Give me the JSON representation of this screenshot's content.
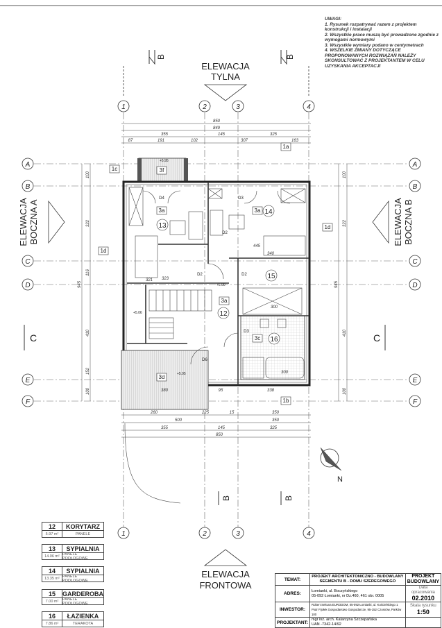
{
  "notes": {
    "title": "UWAGI:",
    "lines": [
      "1. Rysunek rozpatrywać razem z projektem konstrukcji i instalacji",
      "2. Wszystkie prace muszą być prowadzone zgodnie z wymogami normowymi",
      "3. Wszystkie wymiary podano w centymetrach",
      "4. WSZELKIE ZMIANY DOTYCZĄCE PROPONOWANYCH ROZWIĄZAŃ NALEŻY",
      "SKONSULTOWAĆ Z PROJEKTANTEM W CELU UZYSKANIA AKCEPTACJI"
    ]
  },
  "elevations": {
    "rear": [
      "ELEWACJA",
      "TYLNA"
    ],
    "front": [
      "ELEWACJA",
      "FRONTOWA"
    ],
    "side_a": [
      "ELEWACJA",
      "BOCZNA A"
    ],
    "side_b": [
      "ELEWACJA",
      "BOCZNA B"
    ]
  },
  "sections": {
    "b": "B",
    "c": "C"
  },
  "axes": {
    "vertical": [
      "1",
      "2",
      "3",
      "4"
    ],
    "horizontal": [
      "A",
      "B",
      "C",
      "D",
      "E",
      "F"
    ]
  },
  "dimensions": {
    "top": {
      "total": "850",
      "inner": "849",
      "row3": [
        "355",
        "145",
        "325"
      ],
      "row4": [
        "87",
        "191",
        "102",
        "307",
        "163"
      ]
    },
    "bottom": {
      "row1": [
        "260",
        "225",
        "15",
        "350"
      ],
      "row2": [
        "500",
        "350"
      ],
      "row3": [
        "355",
        "145",
        "325"
      ],
      "total": "850"
    },
    "left": [
      "100",
      "322",
      "116",
      "410",
      "152",
      "100",
      "945"
    ],
    "right": [
      "100",
      "322",
      "410",
      "100",
      "945"
    ],
    "interior": [
      "323",
      "445",
      "340",
      "300",
      "300",
      "380",
      "95",
      "338",
      "321"
    ]
  },
  "tags": [
    "1a",
    "1b",
    "1c",
    "1d",
    "1d",
    "3f",
    "3a",
    "3a",
    "3a",
    "3c",
    "3d"
  ],
  "rooms": [
    "12",
    "13",
    "14",
    "15",
    "16"
  ],
  "doors": [
    "D4",
    "D3",
    "D2",
    "D2",
    "D2",
    "D3",
    "D6"
  ],
  "levels": [
    "+5.00",
    "+5.06",
    "+5.95",
    "+5.95"
  ],
  "north": "N",
  "legend": [
    {
      "num": "12",
      "name": "KORYTARZ",
      "area": "5.97 m²",
      "finish": "PANELE"
    },
    {
      "num": "13",
      "name": "SYPIALNIA",
      "area": "14.06 m²",
      "finish": "PANELE PODŁOGOWE"
    },
    {
      "num": "14",
      "name": "SYPIALNIA",
      "area": "13.35 m²",
      "finish": "PANELE PODŁOGOWE"
    },
    {
      "num": "15",
      "name": "GARDEROBA",
      "area": "7.00 m²",
      "finish": "PANELE PODŁOGOWE"
    },
    {
      "num": "16",
      "name": "ŁAZIENKA",
      "area": "7.86 m²",
      "finish": "TERAKOTA"
    }
  ],
  "title_block": {
    "temat_label": "TEMAT:",
    "temat": [
      "PROJEKT ARCHITEKTONICZNO - BUDOWLANY",
      "SEGMENTU B - DOMU SZEREGOWEGO"
    ],
    "adres_label": "ADRES:",
    "adres": [
      "Łomianki, ul. Boczyńskiego",
      "05-092 Łomianki, nr Dz.460, 461 obr. 0005"
    ],
    "inwestor_label": "INWESTOR:",
    "inwestor": [
      "Robert Sekuna EURODOM, 05-092 Łomianki, ul. Kościelskiego 1",
      "Piotr Fijołek Gospodarstwo Gospodarcze, 95-152 Czosnów, Parków 100"
    ],
    "projektant_label": "PROJEKTANT:",
    "projektant": [
      "mgr inż. arch. Katarzyna Szczepańska",
      "UAN -7342-14/92"
    ],
    "stage": [
      "PROJEKT",
      "BUDOWLANY"
    ],
    "date_label": "Data opracowania",
    "date": "02.2010",
    "scale_label": "Skala rysunku",
    "scale": "1:50"
  }
}
